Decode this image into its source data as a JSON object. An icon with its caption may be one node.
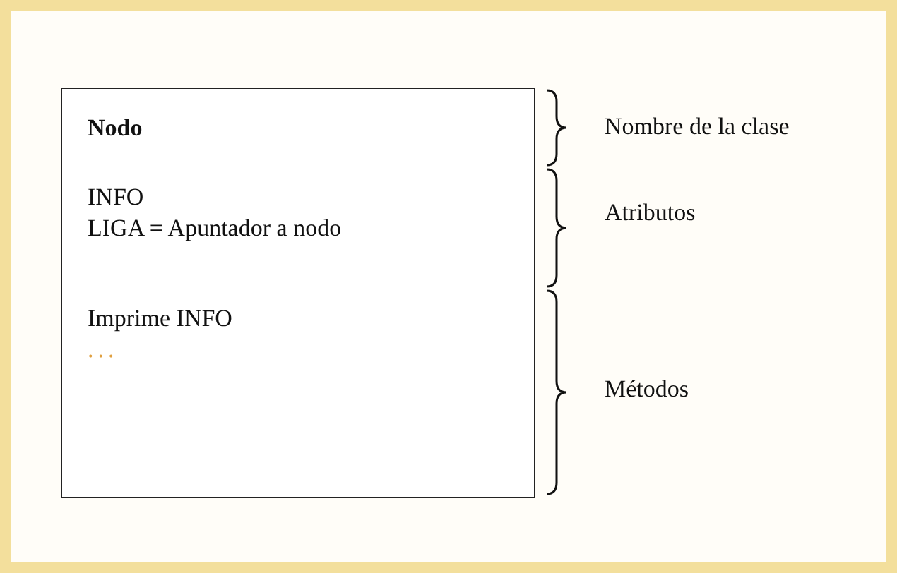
{
  "diagram": {
    "nodes": [
      {
        "text": [
          "Nodo"
        ]
      },
      {
        "text": [
          "INFO",
          "LIGA = Apuntador a nodo"
        ]
      },
      {
        "text": [
          "Imprime INFO",
          "..."
        ]
      }
    ],
    "labels": [
      "Nombre de la clase",
      "Atributos",
      "Métodos"
    ]
  }
}
